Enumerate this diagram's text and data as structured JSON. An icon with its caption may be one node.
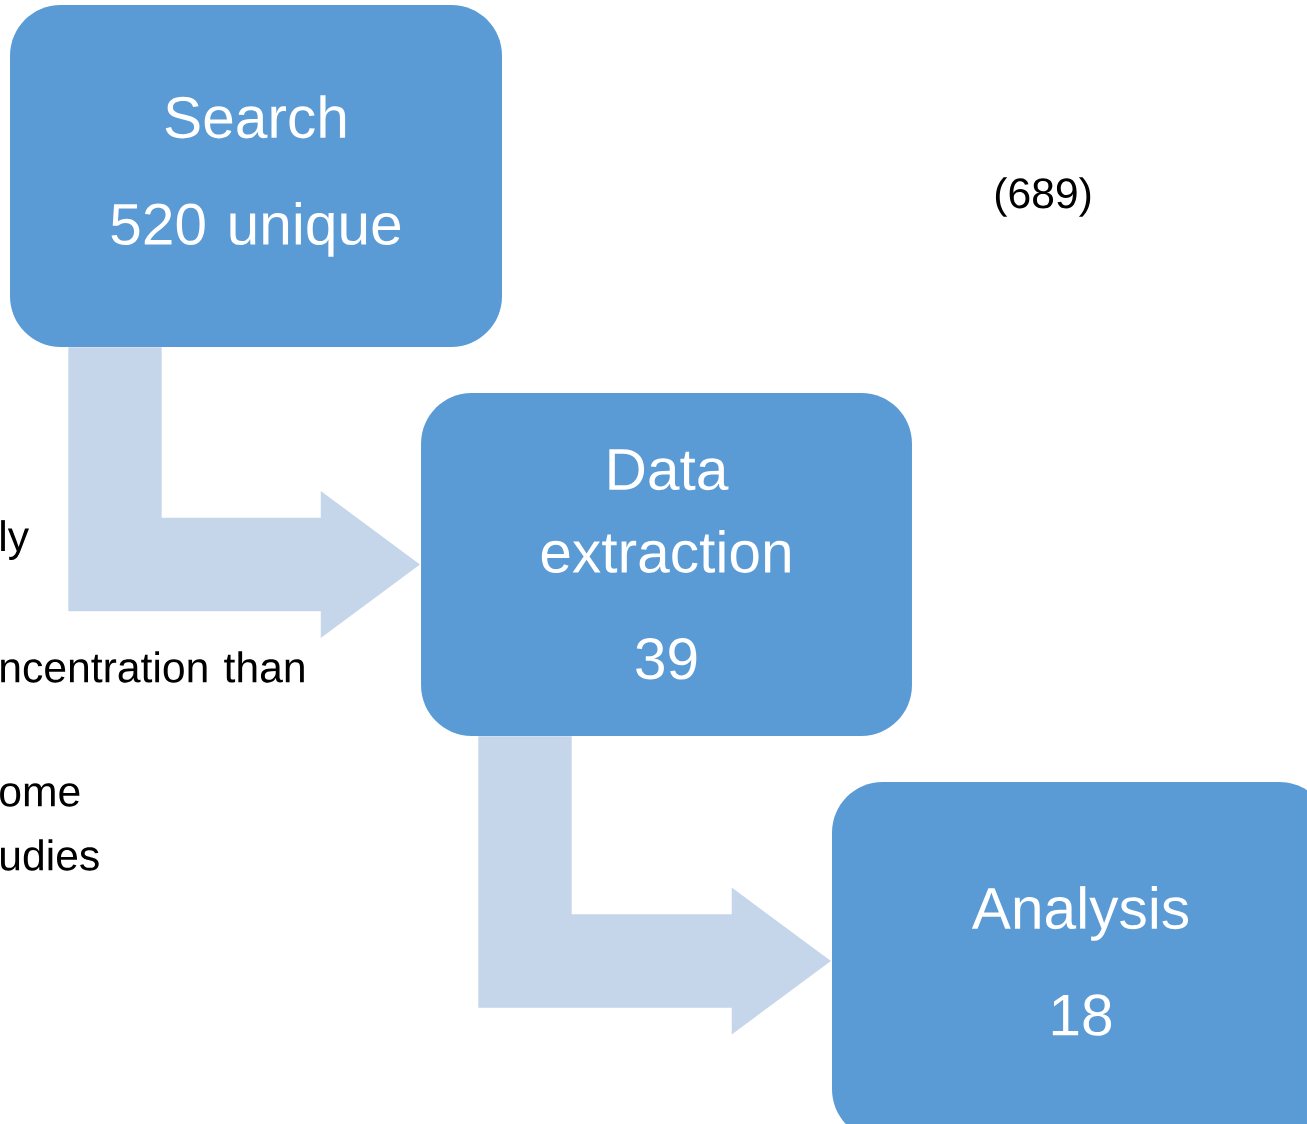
{
  "diagram": {
    "nodes": [
      {
        "text": [
          "Search",
          "520 unique"
        ]
      },
      {
        "text": [
          "Data extraction",
          "39"
        ]
      },
      {
        "text": [
          "Analysis",
          "18"
        ]
      }
    ],
    "edges": [
      {
        "from": 0,
        "to": 1,
        "arrow": "to"
      },
      {
        "from": 1,
        "to": 2,
        "arrow": "to"
      }
    ],
    "labels": [
      "(689)",
      "ly",
      "ncentration than",
      "ome udies"
    ]
  }
}
